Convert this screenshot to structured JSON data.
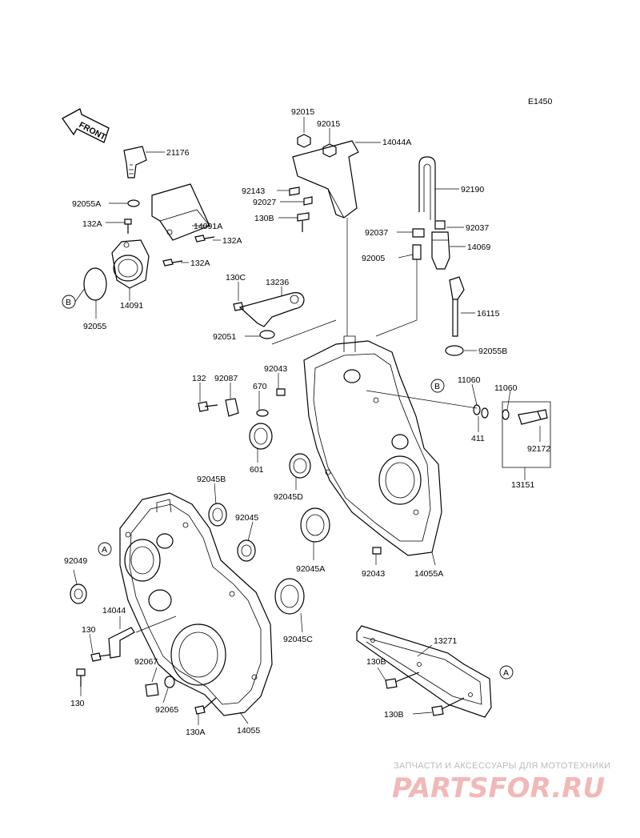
{
  "diagram_code": "E1450",
  "front_label": "FRONT",
  "refs": {
    "A": "A",
    "B": "B"
  },
  "labels": {
    "p21176": "21176",
    "p92055A": "92055A",
    "p132A_1": "132A",
    "p14091A": "14091A",
    "p132A_2": "132A",
    "p132A_3": "132A",
    "p92055": "92055",
    "p14091": "14091",
    "p92015_1": "92015",
    "p92015_2": "92015",
    "p14044A": "14044A",
    "p92143": "92143",
    "p92027": "92027",
    "p130B_1": "130B",
    "p92190": "92190",
    "p92037_1": "92037",
    "p92037_2": "92037",
    "p14069": "14069",
    "p92005": "92005",
    "p130C": "130C",
    "p13236": "13236",
    "p16115": "16115",
    "p92051": "92051",
    "p92055B": "92055B",
    "p92043_1": "92043",
    "p132": "132",
    "p92087": "92087",
    "p670": "670",
    "p11060_1": "11060",
    "p11060_2": "11060",
    "p601": "601",
    "p411": "411",
    "p92172": "92172",
    "p13151": "13151",
    "p92045B": "92045B",
    "p92045D": "92045D",
    "p92045": "92045",
    "p92049": "92049",
    "p92045A": "92045A",
    "p92043_2": "92043",
    "p14055A": "14055A",
    "p14044": "14044",
    "p130_1": "130",
    "p92045C": "92045C",
    "p13271": "13271",
    "p92067": "92067",
    "p130B_2": "130B",
    "p130": "130",
    "p92065": "92065",
    "p130B_3": "130B",
    "p130A": "130A",
    "p14055": "14055"
  },
  "watermark": {
    "tagline": "ЗАПЧАСТИ И АКСЕССУАРЫ ДЛЯ МОТОТЕХНИКИ",
    "brand": "PARTSFOR.RU"
  }
}
